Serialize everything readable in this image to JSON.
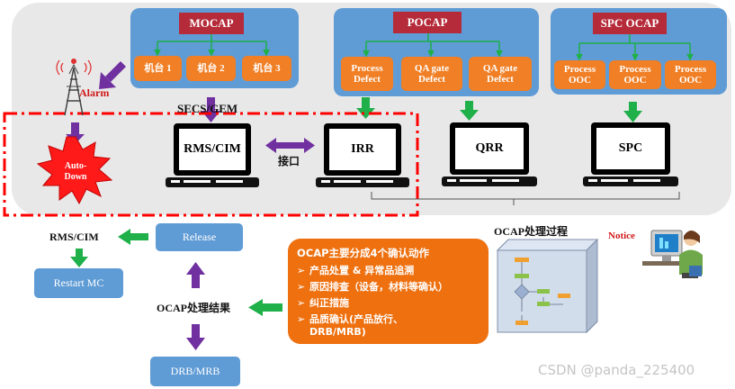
{
  "mocap": {
    "title": "MOCAP",
    "machines": [
      "机台 1",
      "机台 2",
      "机台 3"
    ]
  },
  "pocap": {
    "title": "POCAP",
    "items": [
      "Process\nDefect",
      "QA gate\nDefect",
      "QA gate\nDefect"
    ]
  },
  "spcocap": {
    "title": "SPC OCAP",
    "items": [
      "Process\nOOC",
      "Process\nOOC",
      "Process\nOOC"
    ]
  },
  "alarm": "Alarm",
  "secs": "SECS/GEM",
  "auto_down": "Auto-\nDown",
  "computers": {
    "rms": "RMS/CIM",
    "irr": "IRR",
    "qrr": "QRR",
    "spc": "SPC"
  },
  "interface": "接口",
  "ocap_process": "OCAP处理过程",
  "notice": "Notice",
  "bottom": {
    "rms_cim": "RMS/CIM",
    "release": "Release",
    "restart": "Restart MC",
    "result": "OCAP处理结果",
    "drb": "DRB/MRB"
  },
  "info": {
    "title": "OCAP主要分成4个确认动作",
    "items": [
      "产品处置 & 异常品追溯",
      "原因排查（设备，材料等确认）",
      "纠正措施",
      "品质确认(产品放行、\nDRB/MRB)"
    ]
  },
  "watermark": "CSDN @panda_225400",
  "colors": {
    "group": "#5f9bd5",
    "title": "#b52b3a",
    "item": "#f07f25",
    "green_arrow": "#1fb04a",
    "purple_arrow": "#7030a0",
    "dashed": "#ff0000"
  }
}
